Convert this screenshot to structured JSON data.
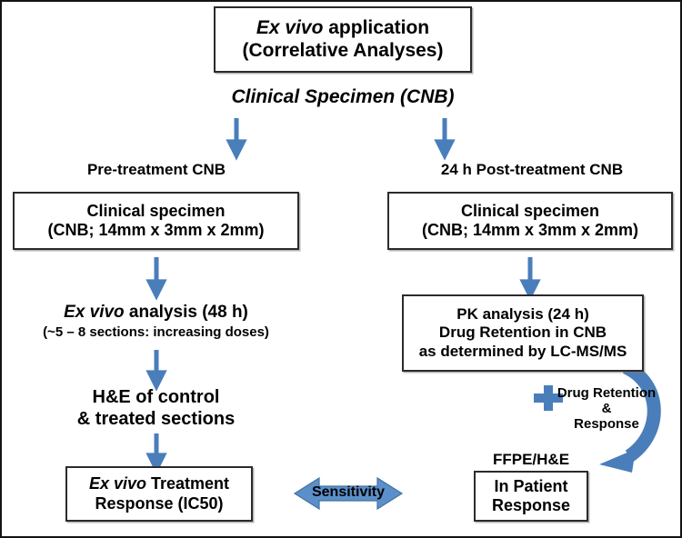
{
  "figure": {
    "title": "Ex vivo application flowchart",
    "accent_color": "#4a7ebb",
    "box_border_color": "#2b2b2b",
    "text_color": "#000000",
    "background": "#ffffff"
  },
  "nodes": {
    "header": {
      "line1_italic": "Ex vivo",
      "line1_rest": " application",
      "line2": "(Correlative Analyses)"
    },
    "specimen_title": "Clinical Specimen (CNB)",
    "left_branch_label": "Pre-treatment CNB",
    "right_branch_label": "24 h Post-treatment CNB",
    "left_specimen": {
      "line1": "Clinical specimen",
      "line2": "(CNB; 14mm x 3mm x 2mm)"
    },
    "right_specimen": {
      "line1": "Clinical specimen",
      "line2": "(CNB; 14mm x 3mm x 2mm)"
    },
    "exvivo_analysis": {
      "line1_italic": "Ex vivo",
      "line1_rest": " analysis (48 h)",
      "line2": "(~5 – 8  sections: increasing doses)"
    },
    "he_sections": {
      "line1": "H&E of control",
      "line2": "& treated sections"
    },
    "pk_analysis": {
      "line1": "PK analysis (24 h)",
      "line2": "Drug Retention in CNB",
      "line3": "as determined by LC-MS/MS"
    },
    "exvivo_response": {
      "line1_italic": "Ex vivo",
      "line1_rest": " Treatment",
      "line2": "Response (IC50)"
    },
    "ffpe_label": "FFPE/H&E",
    "in_patient_response": {
      "line1": "In Patient",
      "line2": "Response"
    },
    "combine_label": {
      "line1": "Drug Retention",
      "line2": "&",
      "line3": "Response"
    },
    "sensitivity_label": "Sensitivity"
  },
  "icons": {
    "plus": "plus-icon",
    "arrow_down": "arrow-down-icon",
    "arrow_double": "double-headed-arrow-icon",
    "arrow_curved": "curved-arrow-icon"
  }
}
